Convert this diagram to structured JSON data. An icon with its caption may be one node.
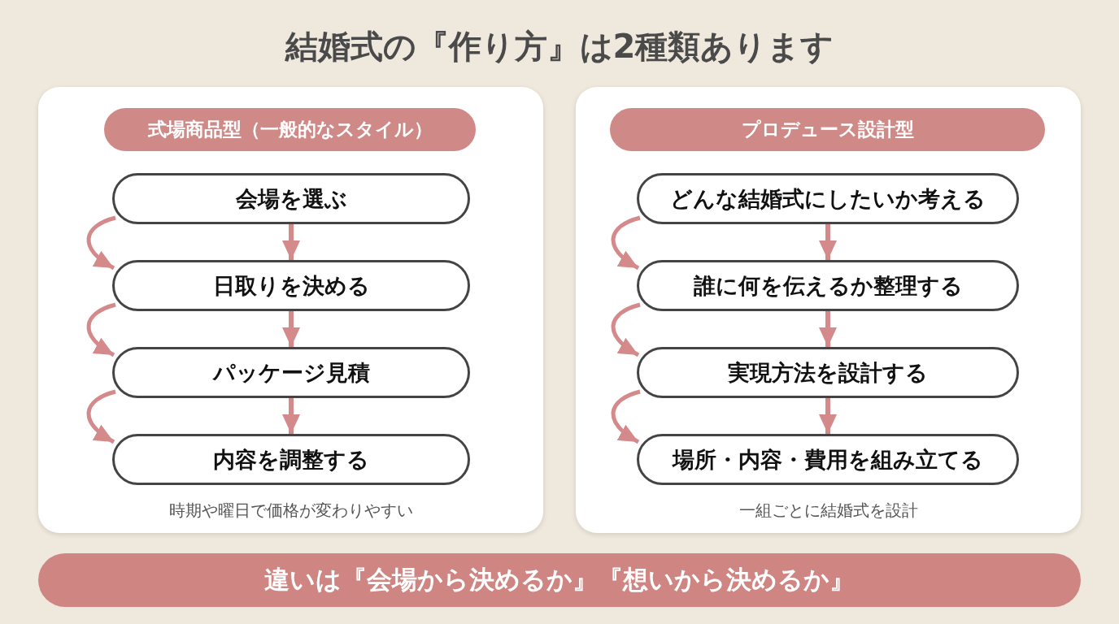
{
  "diagram": {
    "title": "結婚式の『作り方』は2種類あります",
    "nodes": [
      {
        "text": [
          "時期や曜日で価格が変わりやすい"
        ]
      },
      {
        "text": [
          "式場商品型（一般的なスタイル）"
        ],
        "in": 0
      },
      {
        "text": [
          "会場を選ぶ"
        ],
        "in": 0
      },
      {
        "text": [
          "日取りを決める"
        ],
        "in": 0
      },
      {
        "text": [
          "パッケージ見積"
        ],
        "in": 0
      },
      {
        "text": [
          "内容を調整する"
        ],
        "in": 0
      },
      {
        "text": [
          "一組ごとに結婚式を設計"
        ]
      },
      {
        "text": [
          "プロデュース設計型"
        ],
        "in": 6
      },
      {
        "text": [
          "どんな結婚式にしたいか考える"
        ],
        "in": 6
      },
      {
        "text": [
          "誰に何を伝えるか整理する"
        ],
        "in": 6
      },
      {
        "text": [
          "実現方法を設計する"
        ],
        "in": 6
      },
      {
        "text": [
          "場所・内容・費用を組み立てる"
        ],
        "in": 6
      },
      {
        "text": [
          "違いは『会場から決めるか』『想いから決めるか』"
        ]
      }
    ],
    "edges": [
      {
        "from": 2,
        "to": 3,
        "arrow": "to"
      },
      {
        "from": 3,
        "to": 4,
        "arrow": "to"
      },
      {
        "from": 4,
        "to": 5,
        "arrow": "to"
      },
      {
        "from": 2,
        "to": 3,
        "arrow": "to"
      },
      {
        "from": 3,
        "to": 4,
        "arrow": "to"
      },
      {
        "from": 4,
        "to": 5,
        "arrow": "to"
      },
      {
        "from": 8,
        "to": 9,
        "arrow": "to"
      },
      {
        "from": 9,
        "to": 10,
        "arrow": "to"
      },
      {
        "from": 10,
        "to": 11,
        "arrow": "to"
      },
      {
        "from": 8,
        "to": 9,
        "arrow": "to"
      },
      {
        "from": 9,
        "to": 10,
        "arrow": "to"
      },
      {
        "from": 10,
        "to": 11,
        "arrow": "to"
      }
    ]
  }
}
